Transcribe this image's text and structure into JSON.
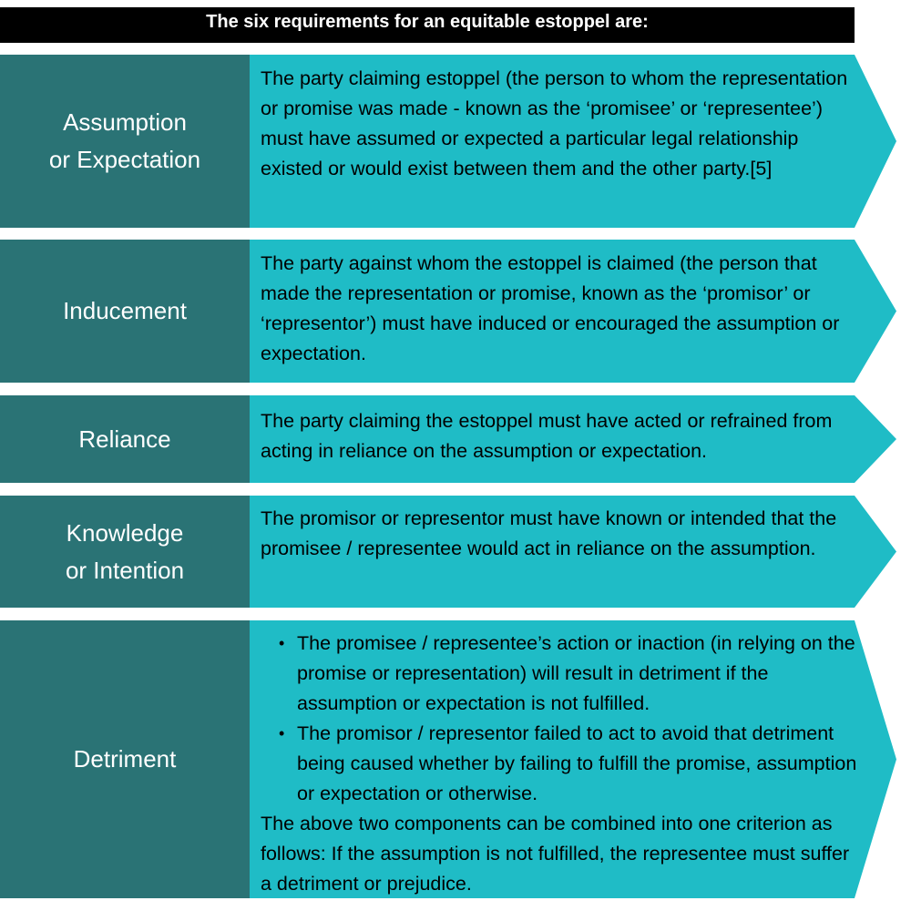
{
  "title": "The six requirements for an equitable estoppel are:",
  "colors": {
    "label_bg": "#2a7375",
    "arrow_bg": "#1fbcc6",
    "title_bg": "#000000"
  },
  "rows": [
    {
      "label_line1": "Assumption",
      "label_line2": "or Expectation",
      "text": "The party claiming estoppel (the person to whom the representation or promise was made - known as the ‘promisee’ or ‘representee’) must have assumed or expected a particular legal relationship existed or would exist between them and the other party.[5]"
    },
    {
      "label_line1": "Inducement",
      "text": "The party against whom the estoppel is claimed (the person that made the representation or promise, known as the ‘promisor’ or ‘representor’) must have induced or encouraged the assumption or expectation."
    },
    {
      "label_line1": "Reliance",
      "text": "The party claiming the estoppel must have acted or refrained from acting in reliance on the assumption or expectation."
    },
    {
      "label_line1": "Knowledge",
      "label_line2": "or Intention",
      "text": "The promisor or representor must have known or intended that the promisee / representee would act in reliance on the assumption."
    },
    {
      "label_line1": "Detriment",
      "bullets": [
        "The promisee / representee’s action or inaction (in relying on the promise or representation) will result in detriment if the assumption or expectation is not fulfilled.",
        "The promisor / representor failed to act to avoid that detriment being caused whether by failing to fulfill the promise, assumption or expectation or otherwise."
      ],
      "text": "The above two components can be combined into one criterion as follows: If the assumption is not fulfilled, the representee must suffer a detriment or prejudice."
    }
  ]
}
